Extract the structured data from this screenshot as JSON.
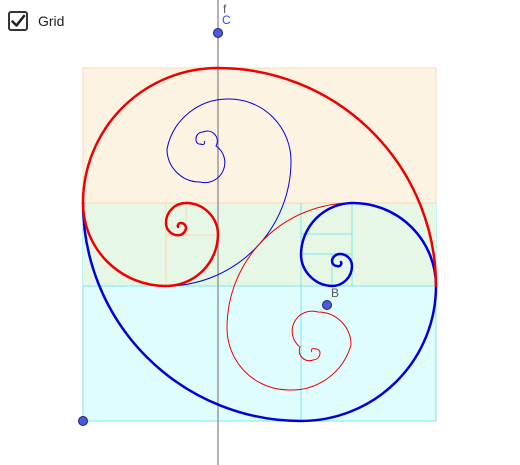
{
  "toolbar": {
    "grid_label": "Grid",
    "grid_checked": true
  },
  "labels": {
    "line_f": "f",
    "point_c": "C",
    "point_b": "B"
  },
  "colors": {
    "peach_fill": "#fdf3e3",
    "peach_stroke": "#f8d9b0",
    "cyan_fill": "#e0fdfd",
    "cyan_stroke": "#7ee8e8",
    "overlap_fill": "#e6f7e6",
    "spiral_red": "#ee0000",
    "spiral_blue": "#0000dd",
    "axis_gray": "#9a9a9a",
    "point_fill": "#4a5adb",
    "point_stroke": "#1a237e",
    "label_blue": "#3a4ad6",
    "label_gray": "#555555"
  },
  "icons": [
    "checkmark-icon"
  ]
}
